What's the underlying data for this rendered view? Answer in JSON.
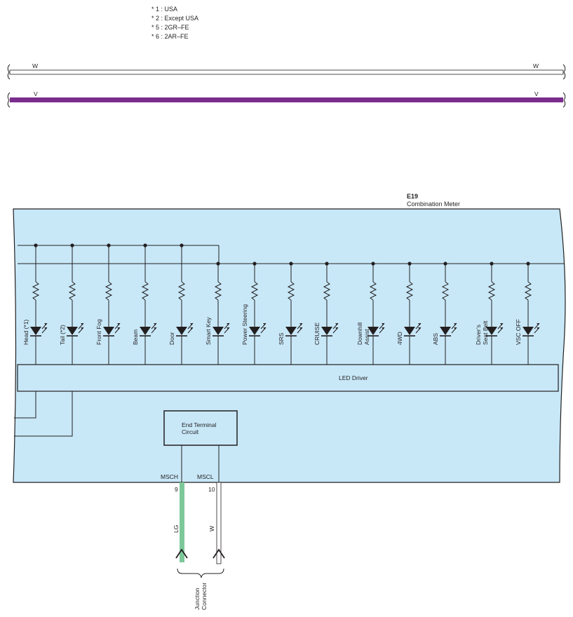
{
  "notes": [
    "* 1 : USA",
    "* 2 : Except USA",
    "* 5 : 2GR–FE",
    "* 6 : 2AR–FE"
  ],
  "wires_top": [
    {
      "code": "W",
      "color": "#ffffff"
    },
    {
      "code": "V",
      "color": "#7b2d8e"
    }
  ],
  "component": {
    "code": "E19",
    "name": "Combination Meter",
    "fill": "#c8e8f8",
    "led_driver": "LED Driver",
    "end_terminal": [
      "End Terminal",
      "Circuit"
    ]
  },
  "lamps": [
    [
      "Head (*1)"
    ],
    [
      "Tail (*2)"
    ],
    [
      "Front Fog"
    ],
    [
      "Beam"
    ],
    [
      "Door"
    ],
    [
      "Smart Key"
    ],
    [
      "Power Steering"
    ],
    [
      "SRS"
    ],
    [
      "CRUISE"
    ],
    [
      "Downhill",
      "Assist"
    ],
    [
      "4WD"
    ],
    [
      "ABS"
    ],
    [
      "Driver’s",
      "Seat Belt"
    ],
    [
      "VSC OFF"
    ]
  ],
  "terminals": [
    {
      "name": "MSCH",
      "pin": "9",
      "wire": "LG",
      "color": "#7dc89a"
    },
    {
      "name": "MSCL",
      "pin": "10",
      "wire": "W",
      "color": "#ffffff"
    }
  ],
  "connector": [
    "Junction",
    "Connector"
  ]
}
